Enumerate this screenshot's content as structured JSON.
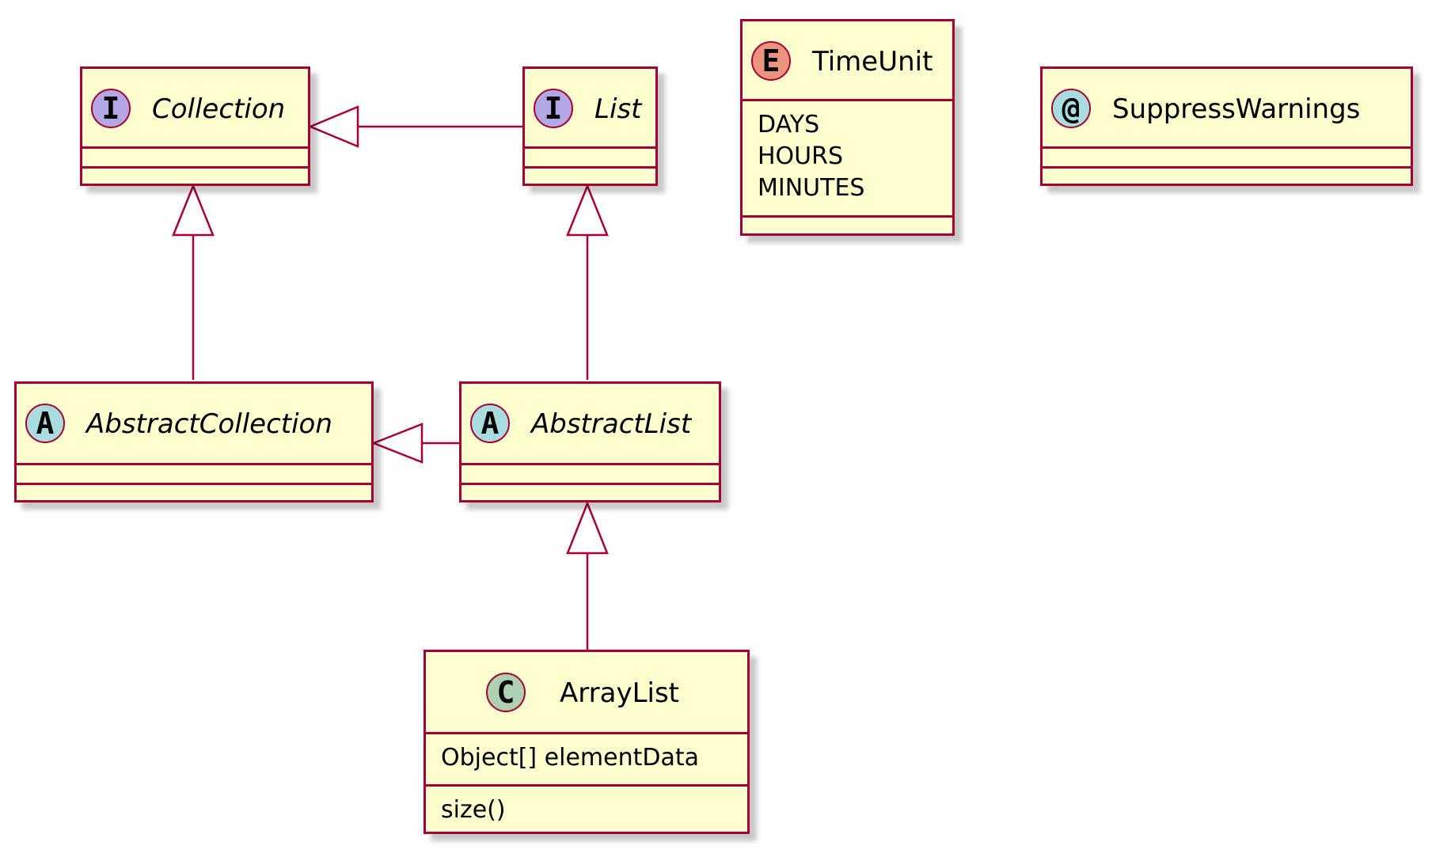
{
  "colors": {
    "box_fill": "#FEFECE",
    "box_border": "#A80036",
    "interface_circle": "#B4A7E5",
    "abstract_circle": "#A9DCDF",
    "enum_circle": "#EB937F",
    "annotation_circle": "#A9DCDF",
    "class_circle": "#ADD1B2"
  },
  "classes": {
    "collection": {
      "name": "Collection",
      "stereotype": "I",
      "kind": "interface"
    },
    "list": {
      "name": "List",
      "stereotype": "I",
      "kind": "interface"
    },
    "timeunit": {
      "name": "TimeUnit",
      "stereotype": "E",
      "kind": "enum",
      "values": [
        "DAYS",
        "HOURS",
        "MINUTES"
      ]
    },
    "suppresswarnings": {
      "name": "SuppressWarnings",
      "stereotype": "@",
      "kind": "annotation"
    },
    "abstractcollection": {
      "name": "AbstractCollection",
      "stereotype": "A",
      "kind": "abstract"
    },
    "abstractlist": {
      "name": "AbstractList",
      "stereotype": "A",
      "kind": "abstract"
    },
    "arraylist": {
      "name": "ArrayList",
      "stereotype": "C",
      "kind": "class",
      "fields": [
        "Object[] elementData"
      ],
      "methods": [
        "size()"
      ]
    }
  },
  "relations": [
    {
      "from": "List",
      "to": "Collection",
      "type": "generalization"
    },
    {
      "from": "AbstractCollection",
      "to": "Collection",
      "type": "generalization"
    },
    {
      "from": "AbstractList",
      "to": "List",
      "type": "generalization"
    },
    {
      "from": "AbstractList",
      "to": "AbstractCollection",
      "type": "generalization"
    },
    {
      "from": "ArrayList",
      "to": "AbstractList",
      "type": "generalization"
    }
  ]
}
